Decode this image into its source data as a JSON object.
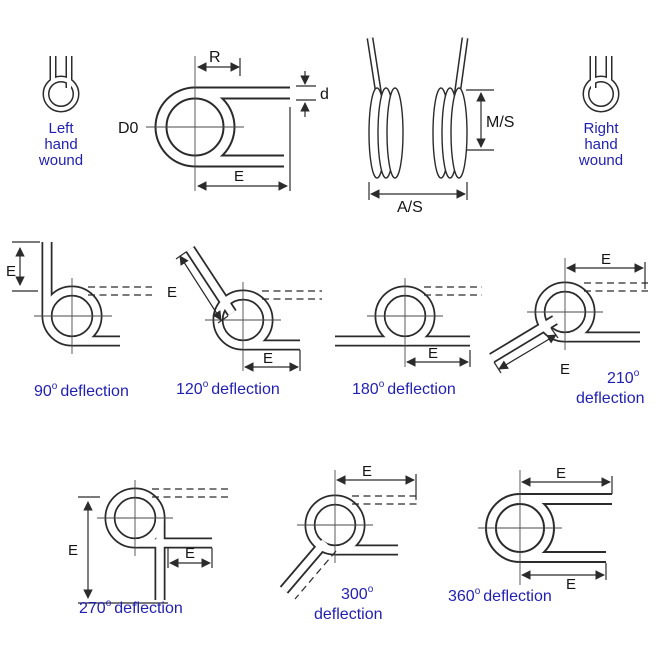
{
  "captions": {
    "left": {
      "line1": "Left",
      "line2": "hand",
      "line3": "wound"
    },
    "right": {
      "line1": "Right",
      "line2": "hand",
      "line3": "wound"
    }
  },
  "front_view": {
    "r": "R",
    "d": "d",
    "d0": "D0",
    "e": "E"
  },
  "side_view": {
    "ms": "M/S",
    "as": "A/S"
  },
  "dims": {
    "e": "E"
  },
  "deflections": [
    {
      "angle": "90",
      "deg": "o",
      "word": "deflection"
    },
    {
      "angle": "120",
      "deg": "o",
      "word": "deflection"
    },
    {
      "angle": "180",
      "deg": "o",
      "word": "deflection"
    },
    {
      "angle": "210",
      "deg": "o",
      "word": "deflection"
    },
    {
      "angle": "270",
      "deg": "o",
      "word": "deflection"
    },
    {
      "angle": "300",
      "deg": "o",
      "word": "deflection"
    },
    {
      "angle": "360",
      "deg": "o",
      "word": "deflection"
    }
  ],
  "colors": {
    "line": "#2b2b2b",
    "label": "#1f1fb5",
    "dim_text": "#141414",
    "background": "#ffffff"
  }
}
